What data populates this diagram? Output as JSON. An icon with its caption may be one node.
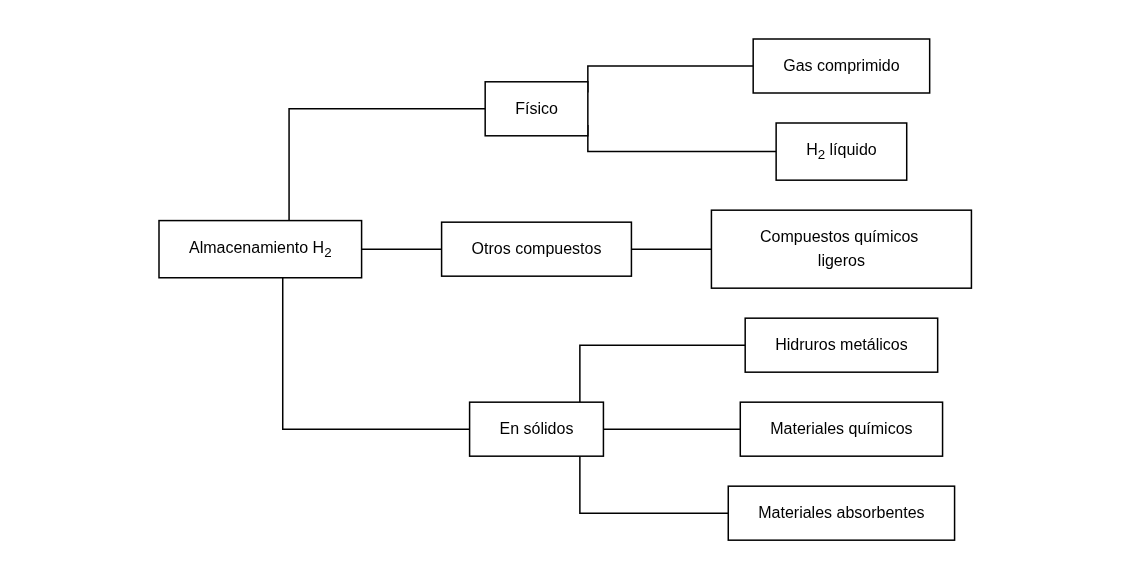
{
  "diagram": {
    "nodes": [
      {
        "text": [
          "Almacenamiento H$_{2}$"
        ]
      },
      {
        "text": [
          "Físico"
        ]
      },
      {
        "text": [
          "Otros compuestos"
        ]
      },
      {
        "text": [
          "En sólidos"
        ]
      },
      {
        "text": [
          "Gas comprimido"
        ]
      },
      {
        "text": [
          "H$_{2}$ líquido"
        ]
      },
      {
        "text": [
          "Compuestos químicos ligeros"
        ]
      },
      {
        "text": [
          "Hidruros metálicos"
        ]
      },
      {
        "text": [
          "Materiales químicos"
        ]
      },
      {
        "text": [
          "Materiales absorbentes"
        ]
      }
    ],
    "edges": [
      {
        "from": 0,
        "to": 1,
        "arrow": "none"
      },
      {
        "from": 0,
        "to": 2,
        "arrow": "none"
      },
      {
        "from": 0,
        "to": 3,
        "arrow": "none"
      },
      {
        "from": 1,
        "to": 4,
        "arrow": "none"
      },
      {
        "from": 1,
        "to": 5,
        "arrow": "none"
      },
      {
        "from": 2,
        "to": 6,
        "arrow": "none"
      },
      {
        "from": 3,
        "to": 7,
        "arrow": "none"
      },
      {
        "from": 3,
        "to": 8,
        "arrow": "none"
      },
      {
        "from": 3,
        "to": 9,
        "arrow": "none"
      }
    ]
  }
}
